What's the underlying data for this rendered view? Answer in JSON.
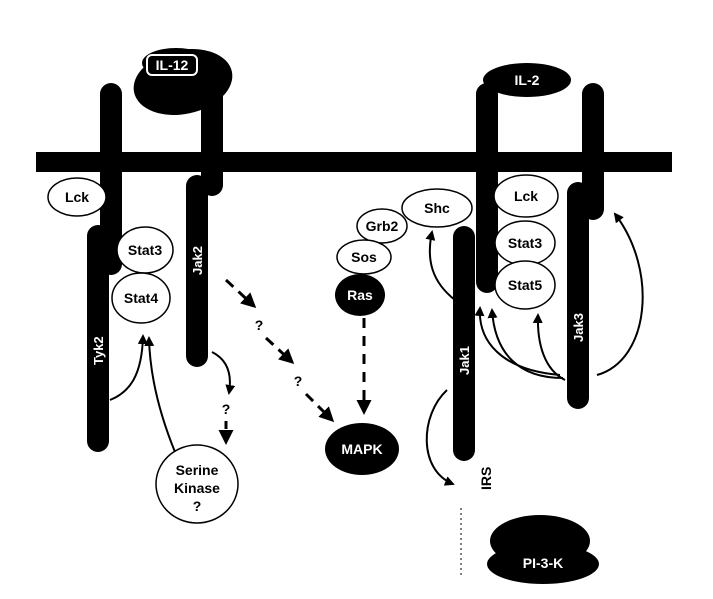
{
  "ligands": {
    "il12": "IL-12",
    "il2": "IL-2"
  },
  "receptor_left": {
    "tyk2": "Tyk2",
    "jak2": "Jak2"
  },
  "receptor_right": {
    "jak1": "Jak1",
    "jak3": "Jak3",
    "irs": "IRS"
  },
  "nodes": {
    "lck_left": "Lck",
    "stat3_left": "Stat3",
    "stat4": "Stat4",
    "serine_kinase_line1": "Serine",
    "serine_kinase_line2": "Kinase",
    "serine_kinase_line3": "?",
    "grb2": "Grb2",
    "sos": "Sos",
    "ras": "Ras",
    "mapk": "MAPK",
    "shc": "Shc",
    "lck_right": "Lck",
    "stat3_right": "Stat3",
    "stat5": "Stat5",
    "pi3k": "PI-3-K"
  },
  "question_marks": {
    "q_jak2_mapk_1": "?",
    "q_jak2_mapk_2": "?",
    "q_jak2_kinase": "?"
  },
  "colors": {
    "ink": "#000000",
    "paper": "#ffffff"
  }
}
